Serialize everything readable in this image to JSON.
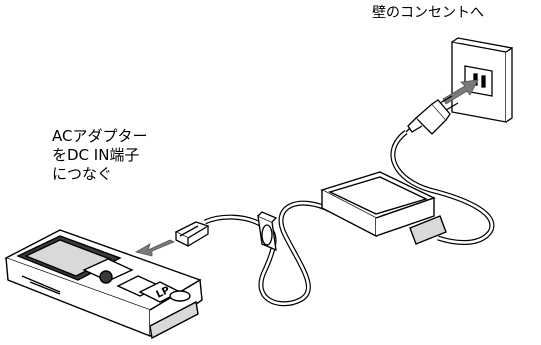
{
  "labels": {
    "outlet": "壁のコンセントへ",
    "connect": "ACアダプター\nをDC IN端子\nにつなぐ"
  },
  "device": {
    "brand_mark": "LP"
  },
  "colors": {
    "line": "#000000",
    "fill": "#ffffff",
    "shade": "#d9d9d9",
    "dark": "#3a3a3a"
  }
}
